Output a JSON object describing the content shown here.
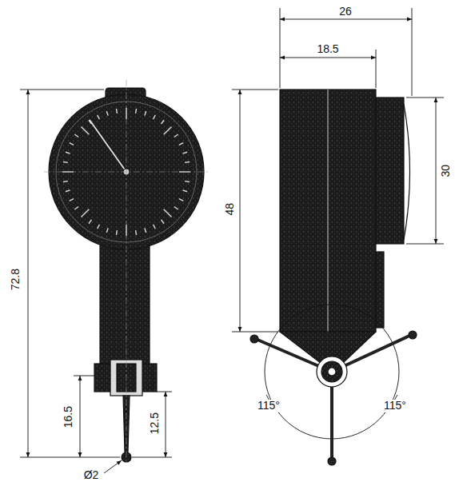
{
  "diagram": {
    "labels": [
      "26",
      "18.5",
      "30",
      "48",
      "72.8",
      "16.5",
      "12.5",
      "Ø2",
      "115°",
      "115°"
    ]
  }
}
